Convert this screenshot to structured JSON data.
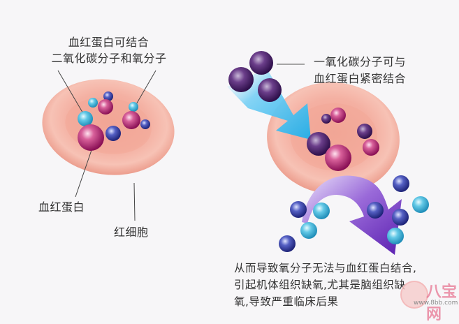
{
  "diagram": {
    "left_panel": {
      "title_line1": "血红蛋白可结合",
      "title_line2": "二氧化碳分子和氧分子",
      "label_hemoglobin": "血红蛋白",
      "label_red_cell": "红细胞"
    },
    "right_panel": {
      "co_line1": "一氧化碳分子可与",
      "co_line2": "血红蛋白紧密结合",
      "consequence_line1": "从而导致氧分子无法与血红蛋白结合,",
      "consequence_line2": "引起机体组织缺氧,尤其是脑组织缺",
      "consequence_line3": "氧,导致严重临床后果"
    },
    "watermark": {
      "brand": "八宝网",
      "url": "www.8bb.com"
    },
    "colors": {
      "background": "#f7f6f8",
      "red_cell": "#f2a79a",
      "hemoglobin": "#b0206e",
      "oxygen": "#4fb8dc",
      "co2_dark": "#3a3fa0",
      "carbon_monoxide": "#4e2468",
      "arrow_blue": "#36b9ef",
      "arrow_purple": "#7a3fc8"
    }
  }
}
